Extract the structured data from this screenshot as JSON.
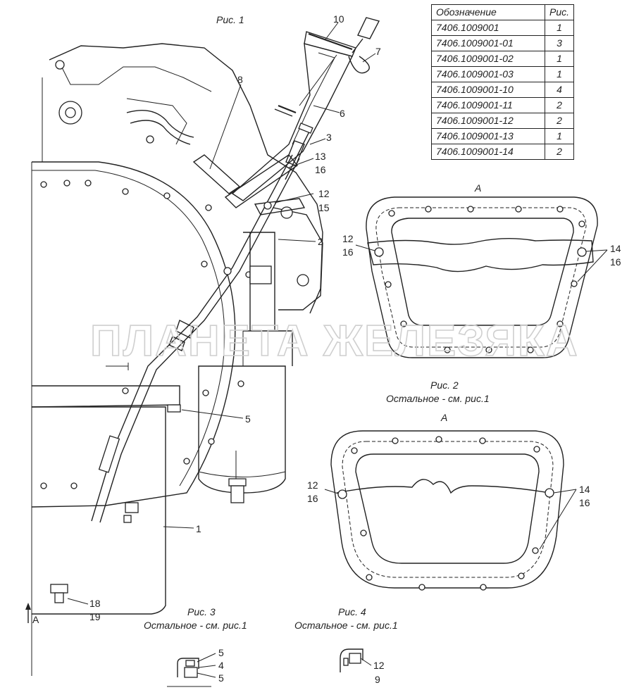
{
  "watermark": "ПЛАНЕТА ЖЕЛЕЗЯКА",
  "table": {
    "headers": [
      "Обозначение",
      "Рис."
    ],
    "rows": [
      [
        "7406.1009001",
        "1"
      ],
      [
        "7406.1009001-01",
        "3"
      ],
      [
        "7406.1009001-02",
        "1"
      ],
      [
        "7406.1009001-03",
        "1"
      ],
      [
        "7406.1009001-10",
        "4"
      ],
      [
        "7406.1009001-11",
        "2"
      ],
      [
        "7406.1009001-12",
        "2"
      ],
      [
        "7406.1009001-13",
        "1"
      ],
      [
        "7406.1009001-14",
        "2"
      ]
    ]
  },
  "fig1": {
    "caption": "Рис. 1",
    "view_arrow": "A",
    "callouts": {
      "c10": "10",
      "c7": "7",
      "c8": "8",
      "c6": "6",
      "c3": "3",
      "c13": "13",
      "c16a": "16",
      "c12": "12",
      "c15": "15",
      "c2": "2",
      "c5": "5",
      "c1": "1",
      "c18": "18",
      "c19": "19"
    }
  },
  "fig2": {
    "view": "A",
    "caption": "Рис. 2",
    "note": "Остальное - см. рис.1",
    "callouts": {
      "c12": "12",
      "c16": "16",
      "c14": "14",
      "c16b": "16"
    }
  },
  "fig3": {
    "caption": "Рис. 3",
    "note": "Остальное - см. рис.1",
    "callouts": {
      "c5a": "5",
      "c4": "4",
      "c5b": "5"
    }
  },
  "fig4": {
    "view": "A",
    "caption": "Рис. 4",
    "note": "Остальное - см. рис.1",
    "callouts": {
      "c12": "12",
      "c16": "16",
      "c14": "14",
      "c16b": "16",
      "c12s": "12",
      "c9": "9"
    }
  }
}
